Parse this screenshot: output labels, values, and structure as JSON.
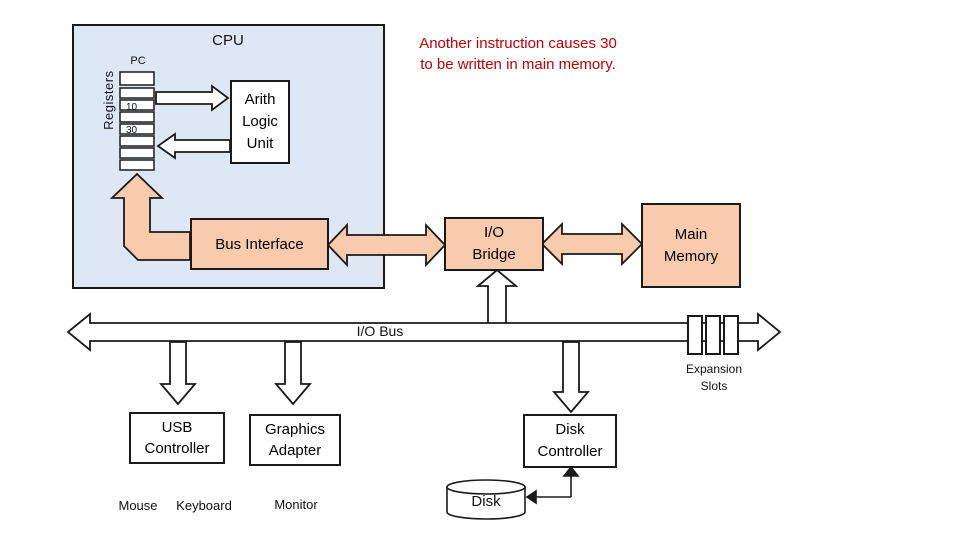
{
  "title": "CPU",
  "annotation": "Another instruction causes 30 to be written in main memory.",
  "registers_label": "Registers",
  "pc_label": "PC",
  "register_values": [
    "10",
    "30"
  ],
  "alu_label": "Arith\nLogic\nUnit",
  "bus_interface_label": "Bus Interface",
  "io_bridge_label": "I/O\nBridge",
  "main_memory_label": "Main\nMemory",
  "io_bus_label": "I/O Bus",
  "expansion_slots_label": "Expansion\nSlots",
  "usb_controller_label": "USB\nController",
  "graphics_adapter_label": "Graphics\nAdapter",
  "disk_controller_label": "Disk\nController",
  "mouse_label": "Mouse",
  "keyboard_label": "Keyboard",
  "monitor_label": "Monitor",
  "disk_label": "Disk",
  "colors": {
    "cpu_fill": "#dde8f4",
    "bus_fill": "#f8cbad",
    "annotation": "#c00000",
    "outline": "#1a1a1a"
  }
}
